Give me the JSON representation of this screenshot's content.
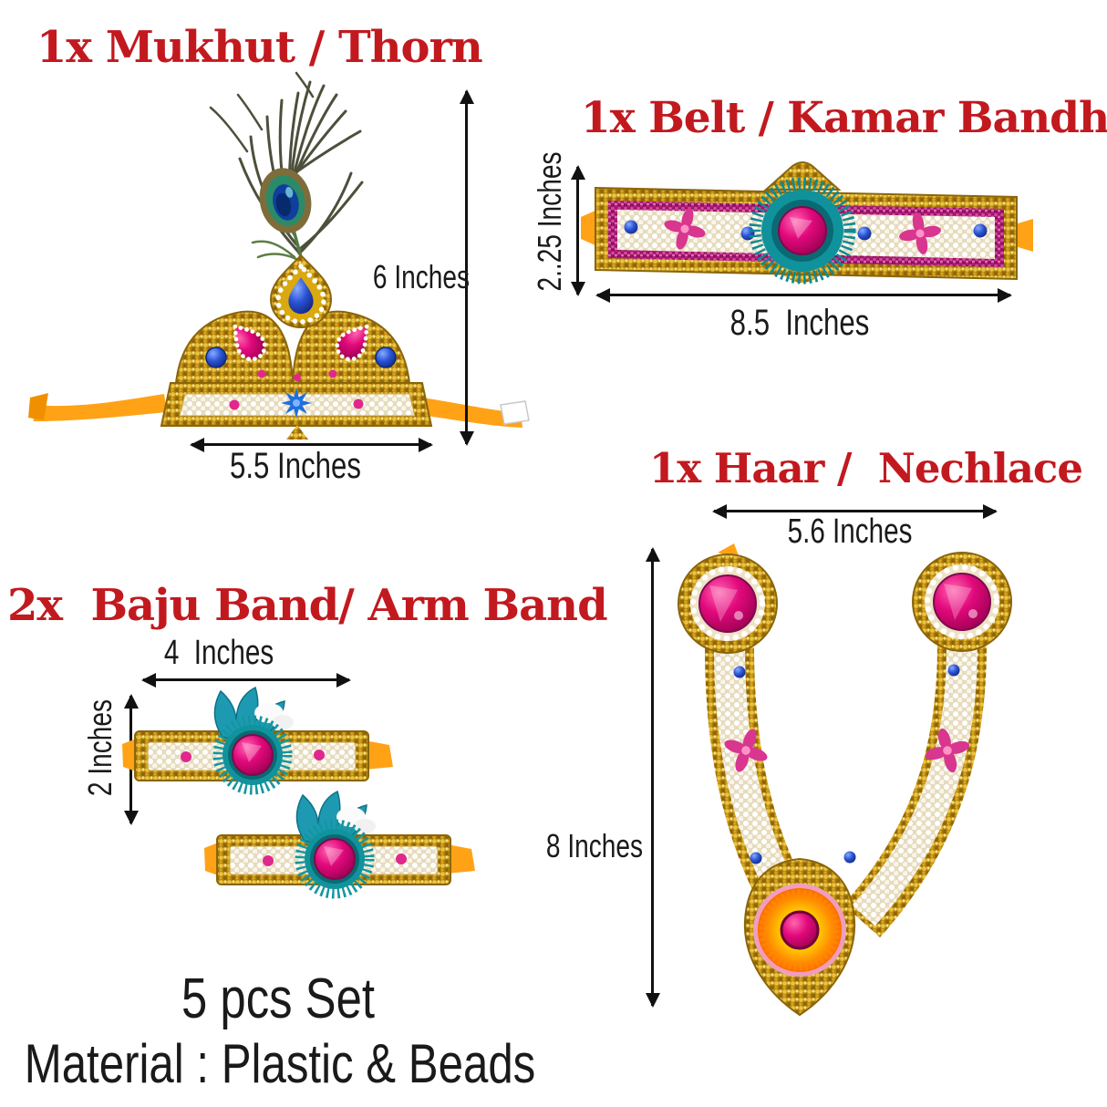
{
  "colors": {
    "title": "#c2191f",
    "text": "#1a1a1a",
    "arrow": "#111111",
    "orange": "#ffa216",
    "gold": "#c9940f",
    "pearl": "#f5eeda",
    "magenta": "#cb0566",
    "teal": "#13939e",
    "blue": "#2a52d4",
    "pink": "#e03f97"
  },
  "sections": {
    "mukhut": {
      "title": "1x Mukhut / Thorn",
      "height_label": "6 Inches",
      "width_label": "5.5 Inches"
    },
    "belt": {
      "title": "1x Belt / Kamar Bandh",
      "height_label": "2..25 Inches",
      "width_label": "8.5  Inches"
    },
    "armband": {
      "title": "2x  Baju Band/ Arm Band",
      "width_label": "4  Inches",
      "height_label": "2 Inches"
    },
    "haar": {
      "title": "1x Haar /  Nechlace",
      "width_label": "5.6 Inches",
      "height_label": "8 Inches"
    }
  },
  "footer": {
    "set_label": "5 pcs Set",
    "material_label": "Material : Plastic & Beads"
  }
}
